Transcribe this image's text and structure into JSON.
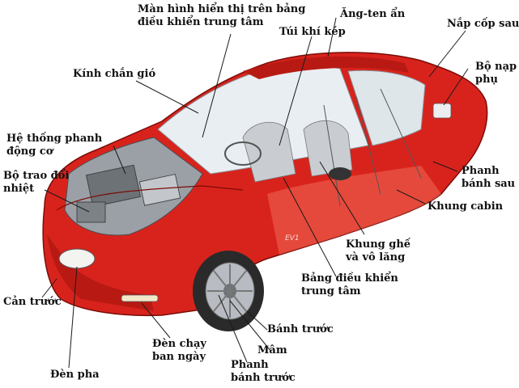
{
  "colors": {
    "body": "#d8231c",
    "body_dark": "#9e1510",
    "body_light": "#f06a55",
    "glass": "#e9eef2",
    "metal": "#b8bcc2",
    "tire": "#2a2a2a"
  },
  "labels": {
    "dashboard_display": "Màn hình hiển thị trên bảng\nđiều khiển trung tâm",
    "hidden_antenna": "Ăng-ten ẩn",
    "rear_hood": "Nắp cốp sau",
    "dual_airbag": "Túi khí kép",
    "windshield": "Kính chắn gió",
    "aux_charger": "Bộ nạp\nphụ",
    "engine_brake": "Hệ thống phanh\nđộng cơ",
    "heat_exchanger": "Bộ trao đổi\nnhiệt",
    "rear_brake": "Phanh\nbánh sau",
    "cabin_frame": "Khung cabin",
    "seat_frame": "Khung ghế\nvà vô lăng",
    "center_console": "Bảng điều khiển\ntrung tâm",
    "front_bumper": "Cản trước",
    "front_wheel": "Bánh trước",
    "daytime_lights": "Đèn chạy\nban ngày",
    "rim": "Mâm",
    "headlight": "Đèn pha",
    "front_brake": "Phanh\nbánh trước"
  },
  "badge": "EV1"
}
